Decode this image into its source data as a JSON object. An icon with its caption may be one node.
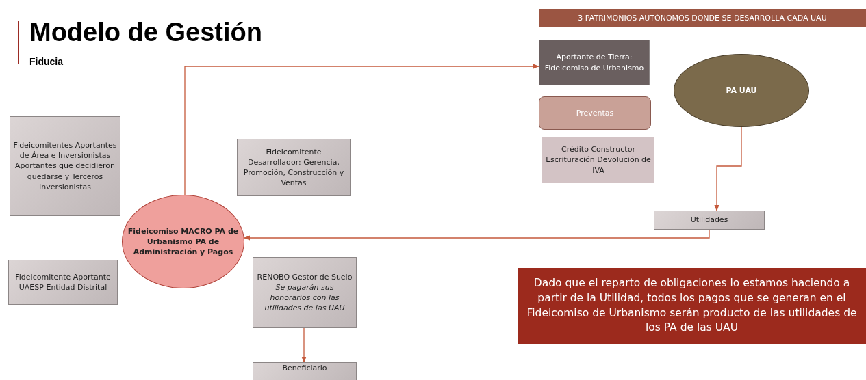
{
  "diagram": {
    "title": "Modelo de Gestión",
    "nodes": [
      {
        "text": [
          "Fideicomitentes Aportantes de Área e Inversionistas Aportantes que decidieron quedarse y Terceros Inversionistas"
        ]
      },
      {
        "text": [
          "Fideicomitente Desarrollador: Gerencia, Promoción, Construcción y Ventas"
        ]
      },
      {
        "text": [
          "Fideicomiso MACRO PA de Urbanismo PA de Administración y Pagos"
        ]
      },
      {
        "text": [
          "Fideicomitente Aportante UAESP Entidad Distrital"
        ]
      },
      {
        "text": [
          "RENOBO Gestor de Suelo",
          "Se pagarán sus honorarios con las utilidades de las UAU"
        ]
      },
      {
        "text": [
          "Beneficiario"
        ]
      },
      {
        "text": [
          "3 PATRIMONIOS AUTÓNOMOS DONDE SE DESARROLLA CADA UAU"
        ]
      },
      {
        "text": [
          "Aportante de Tierra: Fideicomiso de Urbanismo"
        ]
      },
      {
        "text": [
          "Preventas"
        ]
      },
      {
        "text": [
          "Crédito Constructor Escrituración Devolución de IVA"
        ]
      },
      {
        "text": [
          "PA UAU"
        ]
      },
      {
        "text": [
          "Utilidades"
        ]
      },
      {
        "text": [
          "Dado que el reparto de obligaciones lo estamos haciendo  a partir de la Utilidad,  todos los pagos que se generan en el Fideicomiso de Urbanismo serán producto de las utilidades de los PA de las UAU"
        ]
      }
    ],
    "edges": [
      {
        "from": 2,
        "to": 7,
        "arrow": "to"
      },
      {
        "from": 10,
        "to": 11,
        "arrow": "to"
      },
      {
        "from": 11,
        "to": 2,
        "arrow": "to"
      },
      {
        "from": 4,
        "to": 5,
        "arrow": "to"
      }
    ],
    "labels": [
      "Fiducia"
    ]
  }
}
